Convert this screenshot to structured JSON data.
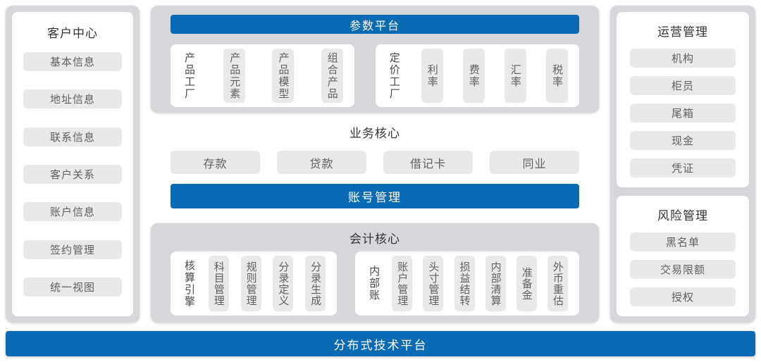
{
  "palette": {
    "blue": "#0a6ab4",
    "panel": "#d5d7da",
    "item": "#e9e9ea"
  },
  "customer_center": {
    "title": "客户中心",
    "items": [
      "基本信息",
      "地址信息",
      "联系信息",
      "客户关系",
      "账户信息",
      "签约管理",
      "统一视图"
    ]
  },
  "param_platform": {
    "header": "参数平台",
    "product_factory": {
      "label": "产品工厂",
      "items": [
        "产品元素",
        "产品模型",
        "组合产品"
      ]
    },
    "pricing_factory": {
      "label": "定价工厂",
      "items": [
        "利率",
        "费率",
        "汇率",
        "税率"
      ]
    }
  },
  "business_core": {
    "title": "业务核心",
    "items": [
      "存款",
      "贷款",
      "借记卡",
      "同业"
    ]
  },
  "account_management": {
    "label": "账号管理"
  },
  "accounting_core": {
    "title": "会计核心",
    "engine": {
      "label": "核算引擎",
      "items": [
        "科目管理",
        "规则管理",
        "分录定义",
        "分录生成"
      ]
    },
    "internal": {
      "label": "内部账",
      "items": [
        "账户管理",
        "头寸管理",
        "损益结转",
        "内部清算",
        "准备金",
        "外币重估"
      ]
    }
  },
  "operations": {
    "title": "运营管理",
    "items": [
      "机构",
      "柜员",
      "尾箱",
      "现金",
      "凭证"
    ]
  },
  "risk": {
    "title": "风险管理",
    "items": [
      "黑名单",
      "交易限额",
      "授权"
    ]
  },
  "tech_platform": {
    "label": "分布式技术平台"
  }
}
